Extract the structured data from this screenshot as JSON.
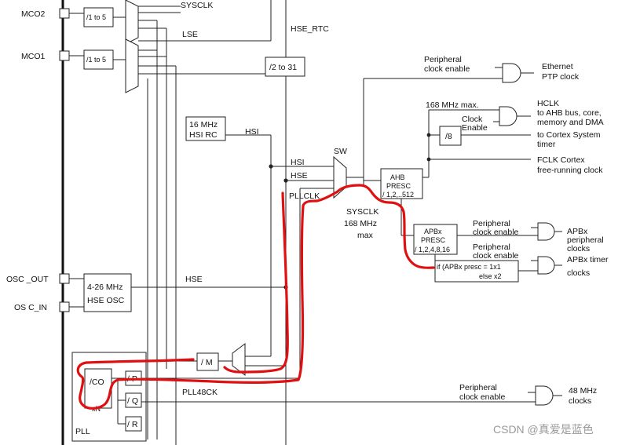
{
  "pins": {
    "mco2": "MCO2",
    "mco1": "MCO1",
    "osc_out": "OSC _OUT",
    "osc_in": "OS C_IN"
  },
  "prescalers": {
    "mco2_div": "/1 to 5",
    "mco1_div": "/1 to 5",
    "rtc_div": "/2 to 31",
    "systick_div": "/8",
    "pll_m": "/ M",
    "pll_p": "/ P",
    "pll_q": "/ Q",
    "pll_r": "/ R"
  },
  "signals": {
    "sysclk_top": "SYSCLK",
    "lse": "LSE",
    "hse_rtc": "HSE_RTC",
    "hsi_wire": "HSI",
    "hsi_in": "HSI",
    "hse_in": "HSE",
    "pllclk": "PLLCLK",
    "hse_wire": "HSE",
    "pll48ck": "PLL48CK"
  },
  "oscillators": {
    "hsi_rc_l1": "16 MHz",
    "hsi_rc_l2": "HSI RC",
    "hse_osc_l1": "4-26 MHz",
    "hse_osc_l2": "HSE OSC"
  },
  "switch": {
    "sw": "SW",
    "sysclk_l1": "SYSCLK",
    "sysclk_l2": "168 MHz",
    "sysclk_l3": "max"
  },
  "ahb": {
    "l1": "AHB",
    "l2": "PRESC",
    "l3": "/ 1,2,..512",
    "max": "168 MHz max."
  },
  "apb": {
    "l1": "APBx",
    "l2": "PRESC",
    "l3": "/ 1,2,4,8,16",
    "timer_l1": "if (APBx presc = 1x1",
    "timer_l2": "else x2"
  },
  "enables": {
    "eth_l1": "Peripheral",
    "eth_l2": "clock enable",
    "clock_l1": "Clock",
    "clock_l2": "Enable",
    "apbp_l1": "Peripheral",
    "apbp_l2": "clock enable",
    "apbt_l1": "Peripheral",
    "apbt_l2": "clock enable",
    "usb_l1": "Peripheral",
    "usb_l2": "clock enable"
  },
  "outputs": {
    "eth_l1": "Ethernet",
    "eth_l2": "PTP clock",
    "hclk_l1": "HCLK",
    "hclk_l2": "to AHB bus, core,",
    "hclk_l3": "memory and DMA",
    "systick_l1": "to Cortex System",
    "systick_l2": "timer",
    "fclk_l1": "FCLK Cortex",
    "fclk_l2": "free-running clock",
    "apbp_l1": "APBx",
    "apbp_l2": "peripheral",
    "apbp_l3": "clocks",
    "apbt_l1": "APBx timer",
    "apbt_l2": "clocks",
    "usb_l1": "48 MHz",
    "usb_l2": "clocks"
  },
  "pll": {
    "label": "PLL",
    "vco": "/CO",
    "xn": "xN"
  },
  "watermark": "CSDN @真爱是蓝色",
  "colors": {
    "ink": "#222222",
    "highlight": "#e01010",
    "watermark": "#9a9a9a"
  }
}
